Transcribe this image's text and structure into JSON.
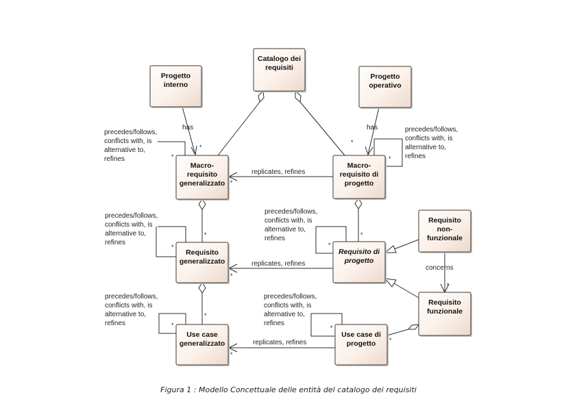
{
  "diagram": {
    "type": "uml-class-diagram",
    "classes": [
      {
        "id": "catalogo",
        "lines": [
          "Catalogo dei",
          "requisiti"
        ],
        "italic": false
      },
      {
        "id": "progetto_interno",
        "lines": [
          "Progetto",
          "interno"
        ],
        "italic": false
      },
      {
        "id": "progetto_operativo",
        "lines": [
          "Progetto",
          "operativo"
        ],
        "italic": false
      },
      {
        "id": "macro_gen",
        "lines": [
          "Macro-",
          "requisito",
          "generalizzato"
        ],
        "italic": false
      },
      {
        "id": "macro_prog",
        "lines": [
          "Macro-",
          "requisito di",
          "progetto"
        ],
        "italic": false
      },
      {
        "id": "req_gen",
        "lines": [
          "Requisito",
          "generalizzato"
        ],
        "italic": false
      },
      {
        "id": "req_prog",
        "lines": [
          "Requisito di",
          "progetto"
        ],
        "italic": true
      },
      {
        "id": "req_nonfunz",
        "lines": [
          "Requisito",
          "non-",
          "funzionale"
        ],
        "italic": false
      },
      {
        "id": "req_funz",
        "lines": [
          "Requisito",
          "funzionale"
        ],
        "italic": false
      },
      {
        "id": "uc_gen",
        "lines": [
          "Use case",
          "generalizzato"
        ],
        "italic": false
      },
      {
        "id": "uc_prog",
        "lines": [
          "Use case di",
          "progetto"
        ],
        "italic": false
      }
    ],
    "labels": {
      "has": "has",
      "replicates": "replicates, refines",
      "concerns": "concerns",
      "multiplicity": "*",
      "self_relation": [
        "precedes/follows,",
        "conflicts with, is",
        "alternative to,",
        "refines"
      ]
    },
    "relations": [
      {
        "from": "catalogo",
        "to": "macro_gen",
        "kind": "aggregation"
      },
      {
        "from": "catalogo",
        "to": "macro_prog",
        "kind": "aggregation"
      },
      {
        "from": "progetto_interno",
        "to": "macro_gen",
        "kind": "association",
        "label": "has"
      },
      {
        "from": "progetto_operativo",
        "to": "macro_prog",
        "kind": "association",
        "label": "has"
      },
      {
        "from": "macro_prog",
        "to": "macro_gen",
        "kind": "association",
        "label": "replicates, refines"
      },
      {
        "from": "req_prog",
        "to": "req_gen",
        "kind": "association",
        "label": "replicates, refines"
      },
      {
        "from": "uc_prog",
        "to": "uc_gen",
        "kind": "association",
        "label": "replicates, refines"
      },
      {
        "from": "macro_gen",
        "to": "req_gen",
        "kind": "aggregation"
      },
      {
        "from": "req_gen",
        "to": "uc_gen",
        "kind": "aggregation"
      },
      {
        "from": "macro_prog",
        "to": "req_prog",
        "kind": "aggregation"
      },
      {
        "from": "req_funz",
        "to": "uc_prog",
        "kind": "aggregation"
      },
      {
        "from": "req_nonfunz",
        "to": "req_prog",
        "kind": "generalization"
      },
      {
        "from": "req_funz",
        "to": "req_prog",
        "kind": "generalization"
      },
      {
        "from": "req_nonfunz",
        "to": "req_funz",
        "kind": "association",
        "label": "concerns"
      }
    ]
  },
  "caption": "Figura 1 : Modello Concettuale delle entità del catalogo dei requisiti"
}
